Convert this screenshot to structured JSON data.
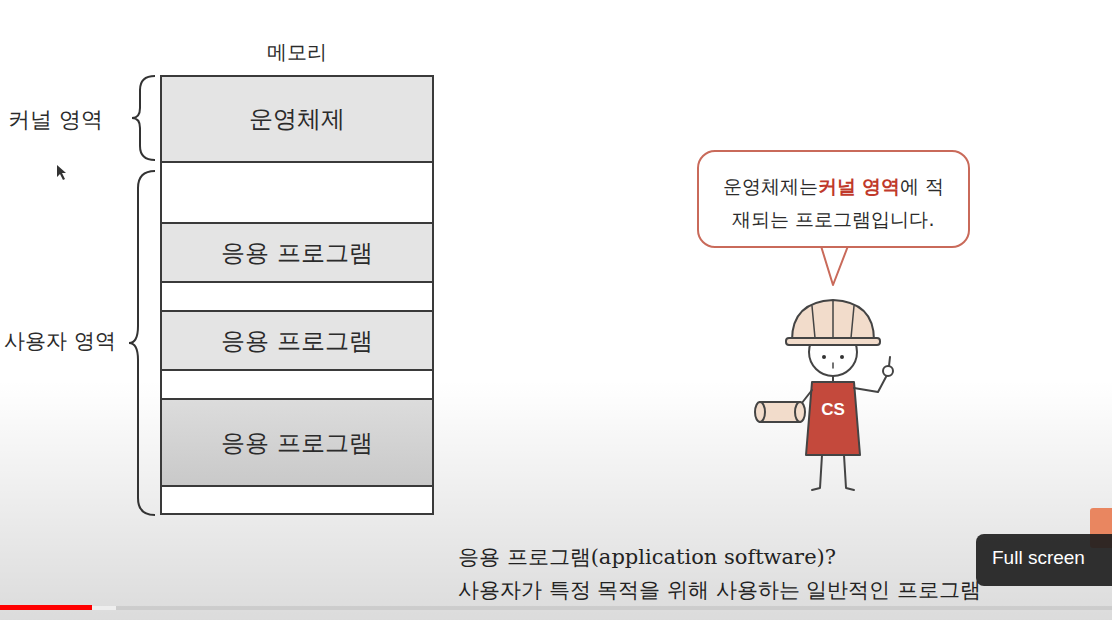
{
  "diagram": {
    "nodes": [
      {
        "text": [
          "메모리"
        ]
      },
      {
        "text": [
          "운영체제"
        ],
        "in": 0
      },
      {
        "text": [
          "응용 프로그램"
        ],
        "in": 0
      },
      {
        "text": [
          "응용 프로그램"
        ],
        "in": 0
      },
      {
        "text": [
          "응용 프로그램"
        ],
        "in": 0
      },
      {
        "text": [
          "운영체제는",
          "커널 영역",
          "에 적재되는 프로그램입니다."
        ]
      }
    ],
    "labels": [
      "커널 영역",
      "사용자 영역",
      "CS",
      "응용 프로그램(application software)?",
      "사용자가 특정 목적을 위해 사용하는 일반적인 프로그램",
      "Full screen"
    ]
  }
}
